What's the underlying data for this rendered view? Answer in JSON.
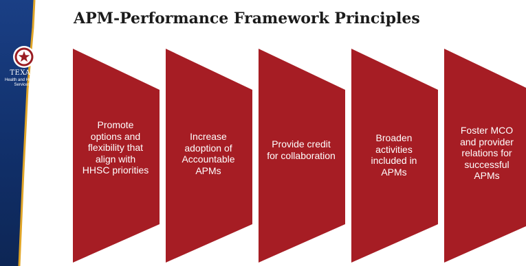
{
  "header": {
    "title": "APM-Performance Framework Principles"
  },
  "brand": {
    "name": "TEXAS",
    "subtitle": "Health and Human Services",
    "logo_icon": "state-seal-star-icon",
    "colors": {
      "sidebar_blue": "#11306b",
      "sidebar_gold": "#e0a528"
    }
  },
  "principles": [
    {
      "label": "Promote options and flexibility that align with HHSC priorities"
    },
    {
      "label": "Increase adoption of Accountable APMs"
    },
    {
      "label": "Provide credit for collaboration"
    },
    {
      "label": "Broaden activities included in APMs"
    },
    {
      "label": "Foster MCO and provider relations for successful APMs"
    }
  ],
  "colors": {
    "chevron_fill": "#a61d24",
    "title_text": "#1b1b1b"
  }
}
